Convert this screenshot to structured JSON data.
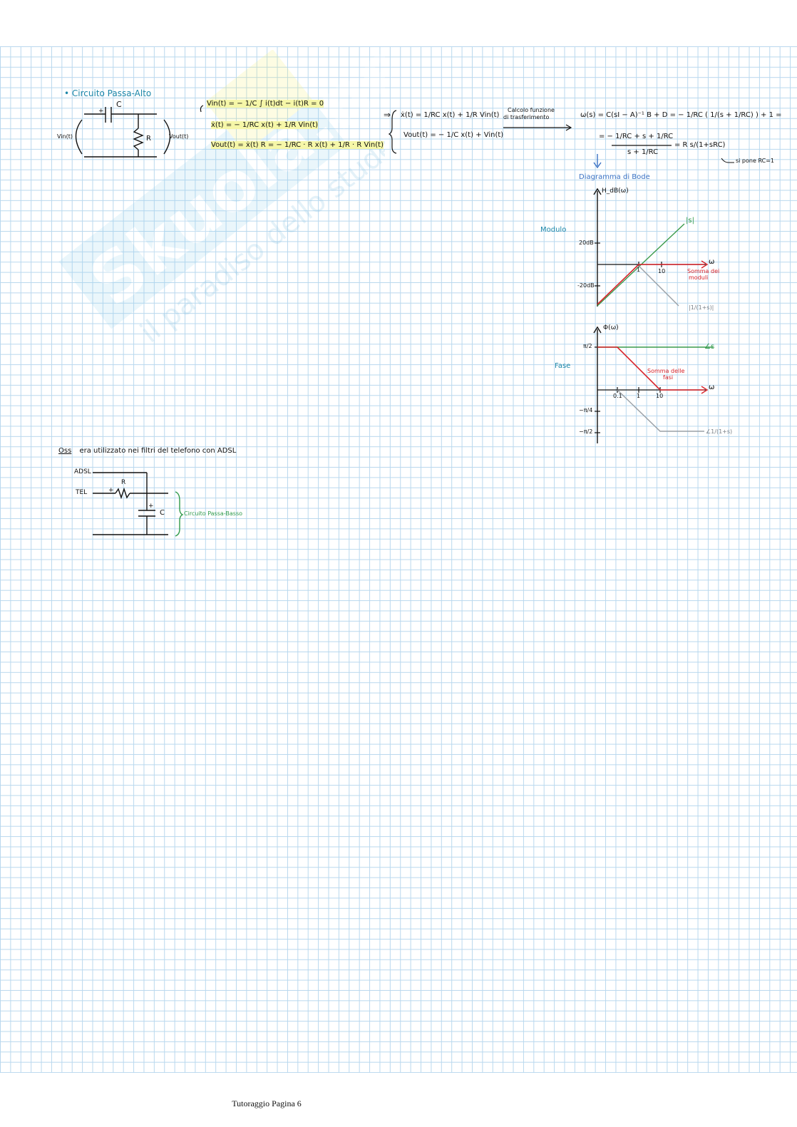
{
  "section_title": "• Circuito Passa-Alto",
  "circuit1": {
    "cap_label": "C",
    "res_label": "R",
    "plus": "+",
    "vin_label": "Vin(t)",
    "vout_label": "Vout(t)"
  },
  "equations_left": {
    "eq1": "Vin(t) = − 1/C ∫ i(t)dt − i(t)R = 0",
    "eq2": "ẋ(t) = − 1/RC x(t) + 1/R Vin(t)",
    "eq3": "Vout(t) = ẋ(t) R = − 1/RC · R x(t) + 1/R · R Vin(t)"
  },
  "equations_mid": {
    "arrow": "⇒",
    "eq1": "ẋ(t) = 1/RC x(t) + 1/R Vin(t)",
    "eq2": "Vout(t) = − 1/C x(t) + Vin(t)",
    "calc_label_1": "Calcolo funzione",
    "calc_label_2": "di trasferimento"
  },
  "transfer_function": {
    "line1": "ω(s) = C(sI − A)⁻¹ B + D = − 1/RC ( 1/(s + 1/RC) ) + 1 =",
    "line2_num": "= − 1/RC + s + 1/RC",
    "line2_den": "s + 1/RC",
    "line2_rhs": "= R s/(1+sRC)",
    "note": "si pone RC=1"
  },
  "bode": {
    "title": "Diagramma di Bode",
    "modulo_label": "Modulo",
    "fase_label": "Fase",
    "mag_axis": "H_dB(ω)",
    "phase_axis": "Φ(ω)",
    "omega": "ω",
    "tick_20db": "20dB",
    "tick_m20db": "-20dB",
    "tick_1": "1",
    "tick_10": "10",
    "tick_01": "0.1",
    "tick_pi2": "π/2",
    "tick_mpi4": "−π/4",
    "tick_mpi2": "−π/2",
    "label_s_mag": "|s|",
    "label_sum_mag_1": "Somma dei",
    "label_sum_mag_2": "moduli",
    "label_inv_mag": "|1/(1+s)|",
    "label_s_phase": "∠s",
    "label_sum_phase_1": "Somma delle",
    "label_sum_phase_2": "fasi",
    "label_inv_phase": "∠1/(1+s)",
    "colors": {
      "s": "#3a9a4a",
      "sum": "#d8232a",
      "inv": "#9aa0a6",
      "axis": "#111111"
    }
  },
  "oss": {
    "prefix": "Oss",
    "text": "era utilizzato nei filtri del telefono con ADSL"
  },
  "circuit2": {
    "adsl_label": "ADSL",
    "tel_label": "TEL",
    "res_label": "R",
    "cap_label": "C",
    "plus": "+",
    "brace_label": "Circuito Passa-Basso"
  },
  "watermark": {
    "brand": "Skuola.net",
    "tagline": "il paradiso dello studente"
  },
  "footer": "Tutoraggio Pagina 6"
}
